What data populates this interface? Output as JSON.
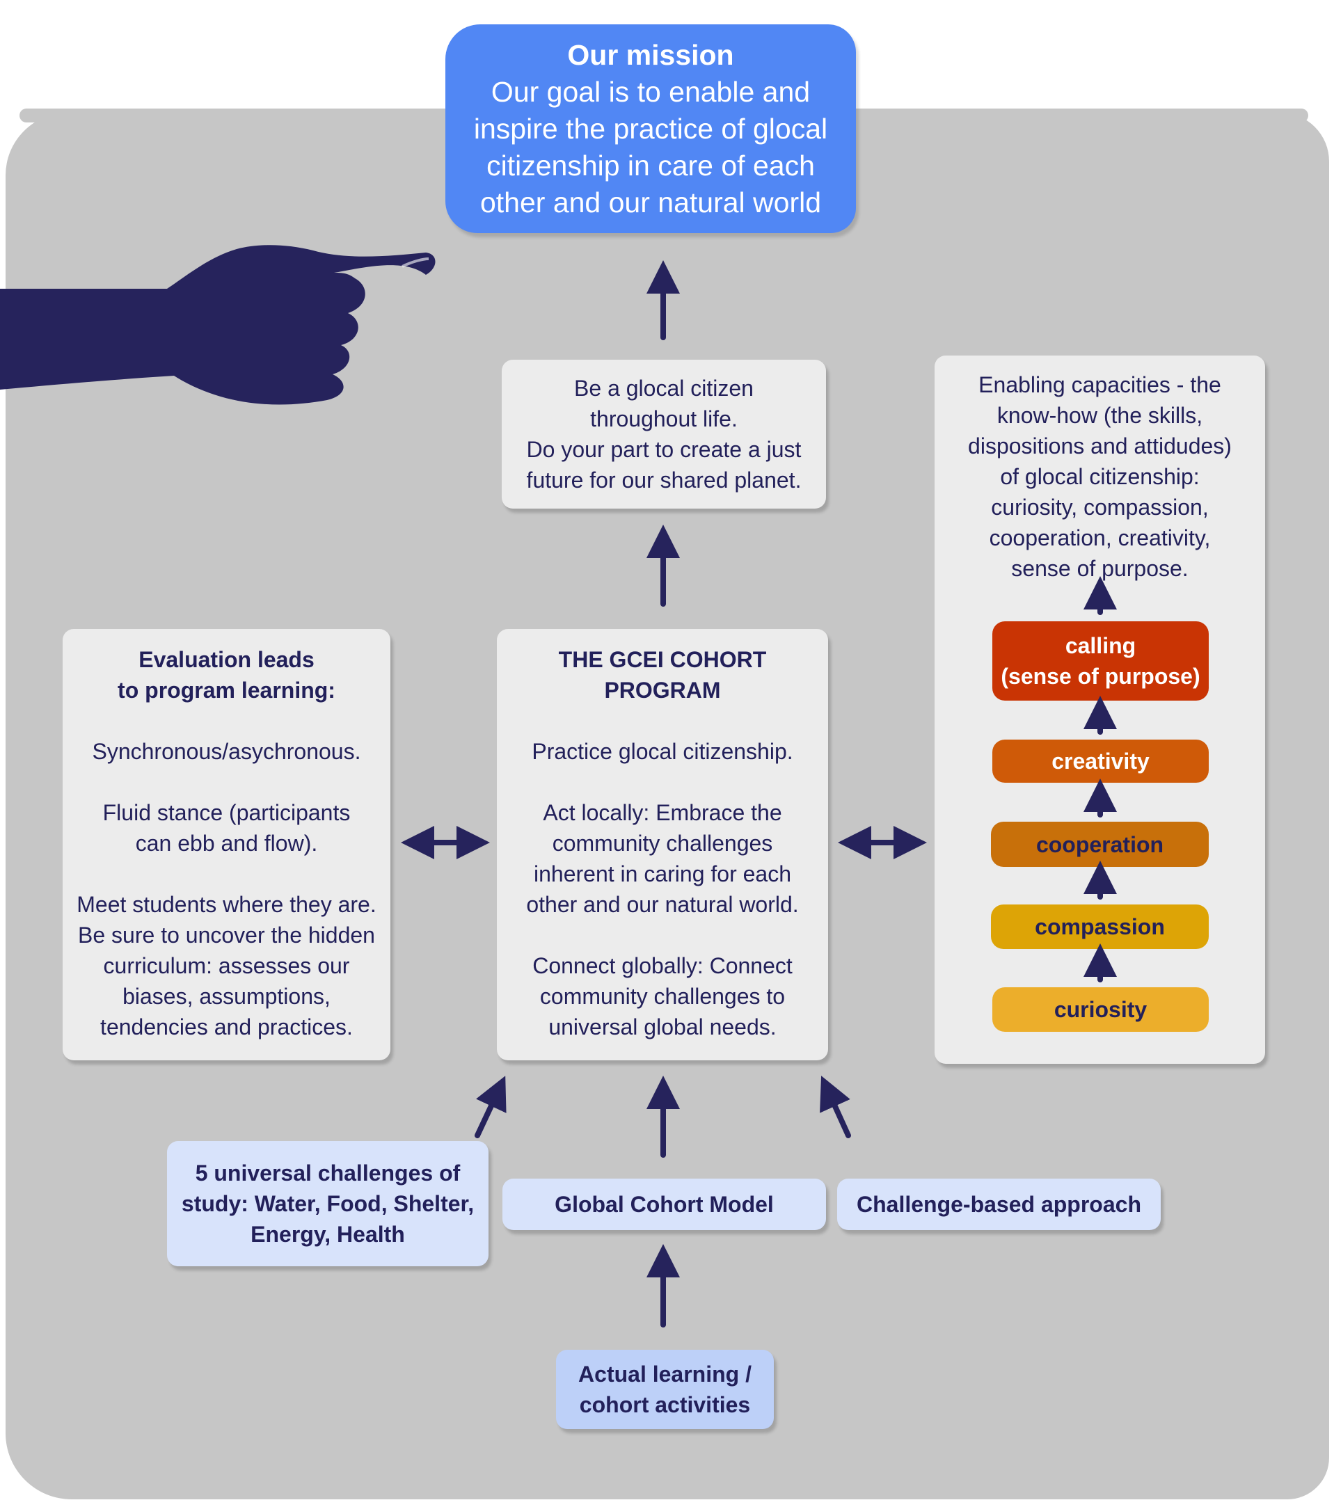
{
  "mission": {
    "title": "Our mission",
    "text": "Our goal is to enable and\ninspire the practice of glocal\ncitizenship in care of each\nother and our natural world"
  },
  "glocal_citizen": {
    "text": "Be a glocal citizen\nthroughout life.\nDo your part to create a just\nfuture for our shared planet."
  },
  "enabling_capacities": {
    "text": "Enabling capacities - the\nknow-how (the skills,\ndispositions and attidudes)\nof glocal citizenship:\ncuriosity, compassion,\ncooperation, creativity,\nsense of purpose."
  },
  "capacities": [
    {
      "label": "calling\n(sense of purpose)",
      "color": "#c93404",
      "text_color": "#ffffff"
    },
    {
      "label": "creativity",
      "color": "#cf5a08",
      "text_color": "#ffffff"
    },
    {
      "label": "cooperation",
      "color": "#c8700a",
      "text_color": "#22205a"
    },
    {
      "label": "compassion",
      "color": "#dda406",
      "text_color": "#22205a"
    },
    {
      "label": "curiosity",
      "color": "#ecae2b",
      "text_color": "#22205a"
    }
  ],
  "evaluation": {
    "title": "Evaluation leads\nto program learning:",
    "body": "Synchronous/asychronous.\n\nFluid stance (participants\ncan ebb and flow).\n\nMeet students where they are.\nBe sure to uncover the hidden\ncurriculum: assesses our\nbiases, assumptions,\ntendencies and practices."
  },
  "cohort_program": {
    "title": "THE GCEI COHORT\nPROGRAM",
    "body": "Practice glocal citizenship.\n\nAct locally: Embrace the\ncommunity challenges\ninherent in caring for each\nother and our natural world.\n\nConnect globally: Connect\ncommunity challenges to\nuniversal global needs."
  },
  "inputs": {
    "challenges": "5 universal challenges of\nstudy: Water, Food, Shelter,\nEnergy, Health",
    "global_cohort_model": "Global Cohort Model",
    "challenge_based": "Challenge-based approach"
  },
  "actual_learning": "Actual learning /\ncohort activities",
  "colors": {
    "background_panel": "#c6c6c6",
    "card": "#ececec",
    "mission": "#5187f4",
    "input_tag": "#d8e3fb",
    "actual_learning_tag": "#bdd0f8",
    "ink": "#22205a"
  },
  "icons": [
    "pointing-hand-icon"
  ]
}
